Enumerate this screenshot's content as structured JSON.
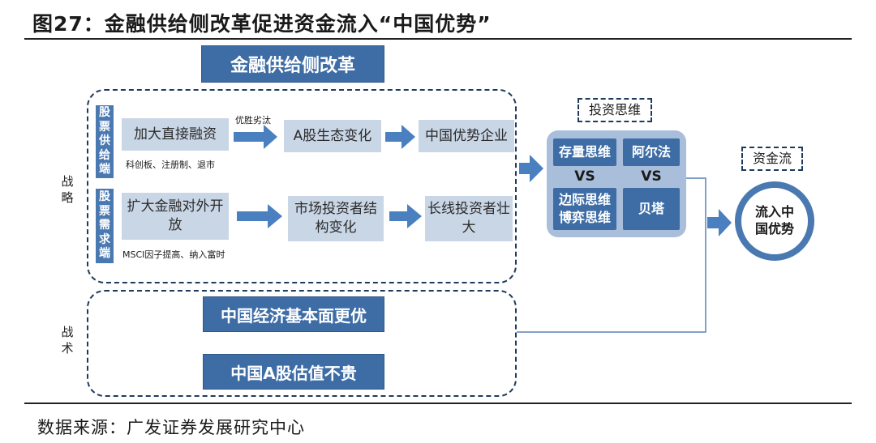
{
  "figure": {
    "title": "图27：金融供给侧改革促进资金流入“中国优势”",
    "source": "数据来源：广发证券发展研究中心"
  },
  "diagram": {
    "header_box": "金融供给侧改革",
    "strategy_label": "战略",
    "tactics_label": "战术",
    "row1": {
      "side_label": "股票供给端",
      "box1": "加大直接融资",
      "box1_note": "科创板、注册制、退市",
      "arrow_note": "优胜劣汰",
      "box2": "A股生态变化",
      "box3": "中国优势企业"
    },
    "row2": {
      "side_label": "股票需求端",
      "box1": "扩大金融对外开放",
      "box1_note": "MSCI因子提高、纳入富时",
      "box2": "市场投资者结构变化",
      "box3": "长线投资者壮大"
    },
    "tactics_boxes": [
      "中国经济基本面更优",
      "中国A股估值不贵"
    ],
    "investment_thinking": {
      "label": "投资思维",
      "left_top": "存量思维",
      "right_top": "阿尔法",
      "vs_left": "VS",
      "vs_right": "VS",
      "left_bottom": "边际思维博弈思维",
      "right_bottom": "贝塔"
    },
    "capital_flow": {
      "label": "资金流",
      "circle": "流入中国优势"
    },
    "colors": {
      "dark_blue": "#3e6da6",
      "light_blue": "#c9d6e6",
      "panel_blue": "#a9bedb",
      "arrow_blue": "#4a7fc0",
      "line_color": "#1f3b5c"
    }
  }
}
